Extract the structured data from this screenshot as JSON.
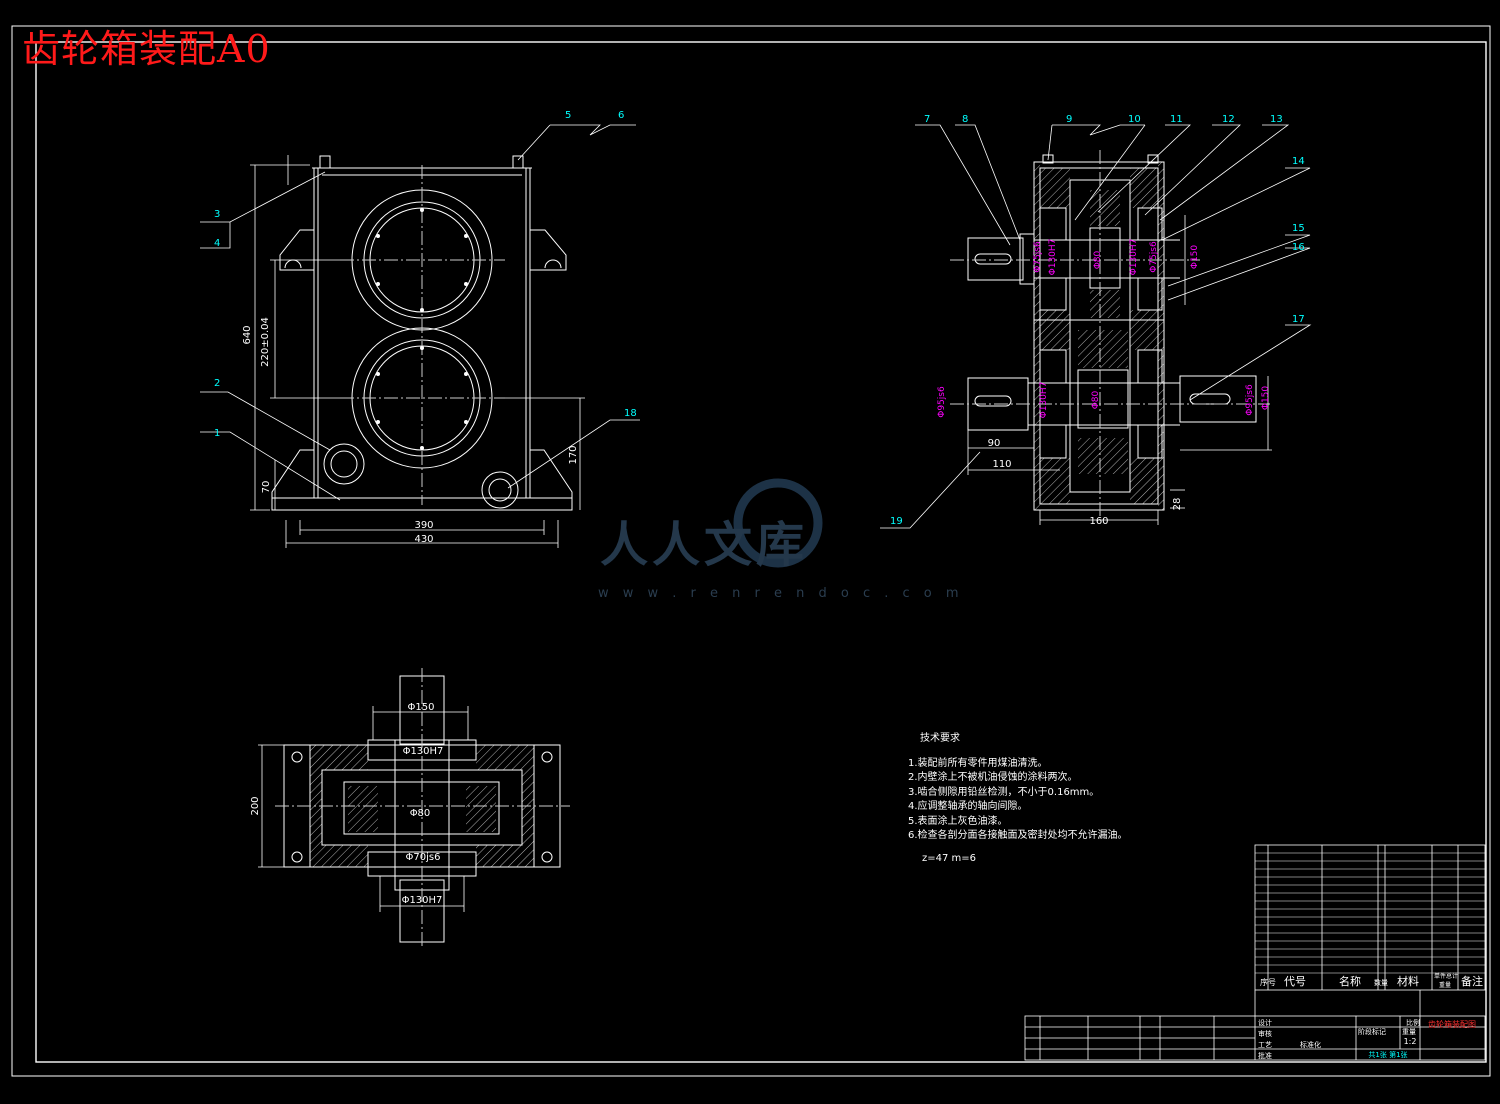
{
  "drawing": {
    "title": "齿轮箱装配A0",
    "colors": {
      "title": "#ff1a1a",
      "lines": "#ffffff",
      "dims": "#00ffff",
      "dim_text": "#ff00ff",
      "label": "#00ffff",
      "frame": "#ffffff"
    }
  },
  "front_view": {
    "dims": {
      "height": "640",
      "center_dist": "220±0.04",
      "bottom_height": "70",
      "right_height": "170",
      "inner_width": "390",
      "outer_width": "430"
    },
    "labels": [
      "1",
      "2",
      "3",
      "4",
      "5",
      "6",
      "18"
    ]
  },
  "side_view": {
    "dims": {
      "d1": "Φ75js6",
      "d2": "Φ130H7",
      "d3": "Φ80",
      "d4": "Φ130H7",
      "d5": "Φ75js6",
      "d6": "Φ150",
      "d7": "Φ95js6",
      "d8": "Φ130H7",
      "d9": "Φ80",
      "d10": "Φ95js6",
      "d11": "Φ150",
      "len1": "90",
      "len2": "110",
      "width": "160",
      "small": "28"
    },
    "labels": [
      "7",
      "8",
      "9",
      "10",
      "11",
      "12",
      "13",
      "14",
      "15",
      "16",
      "17",
      "19"
    ]
  },
  "top_view": {
    "dims": {
      "d_top": "Φ150",
      "d_mid": "Φ130H7",
      "d_gear": "Φ80",
      "d_lower": "Φ70js6",
      "d_bot": "Φ130H7",
      "height": "200"
    }
  },
  "tech_requirements": {
    "heading": "技术要求",
    "items": [
      "1.装配前所有零件用煤油清洗。",
      "2.内壁涂上不被机油侵蚀的涂料两次。",
      "3.啮合侧隙用铅丝检测，不小于0.16mm。",
      "4.应调整轴承的轴向间隙。",
      "5.表面涂上灰色油漆。",
      "6.检查各剖分面各接触面及密封处均不允许漏油。"
    ],
    "params": "z=47    m=6"
  },
  "title_block": {
    "header": {
      "seq": "序号",
      "code": "代号",
      "name": "名称",
      "qty": "数量",
      "material": "材料",
      "unit_wt": "单件",
      "total_wt": "总计",
      "weight": "重量",
      "note": "备注"
    },
    "drawing_name": "齿轮箱装配图",
    "scale": "1:2",
    "sheet": "共1张 第1张",
    "labels": {
      "design": "设计",
      "check": "审核",
      "process": "工艺",
      "std": "标准化",
      "approve": "批准",
      "ratio": "比例",
      "stage": "阶段标记",
      "weight": "重量"
    }
  },
  "watermark": {
    "cn": "人人文库",
    "url": "w w w . r e n r e n d o c . c o m"
  }
}
